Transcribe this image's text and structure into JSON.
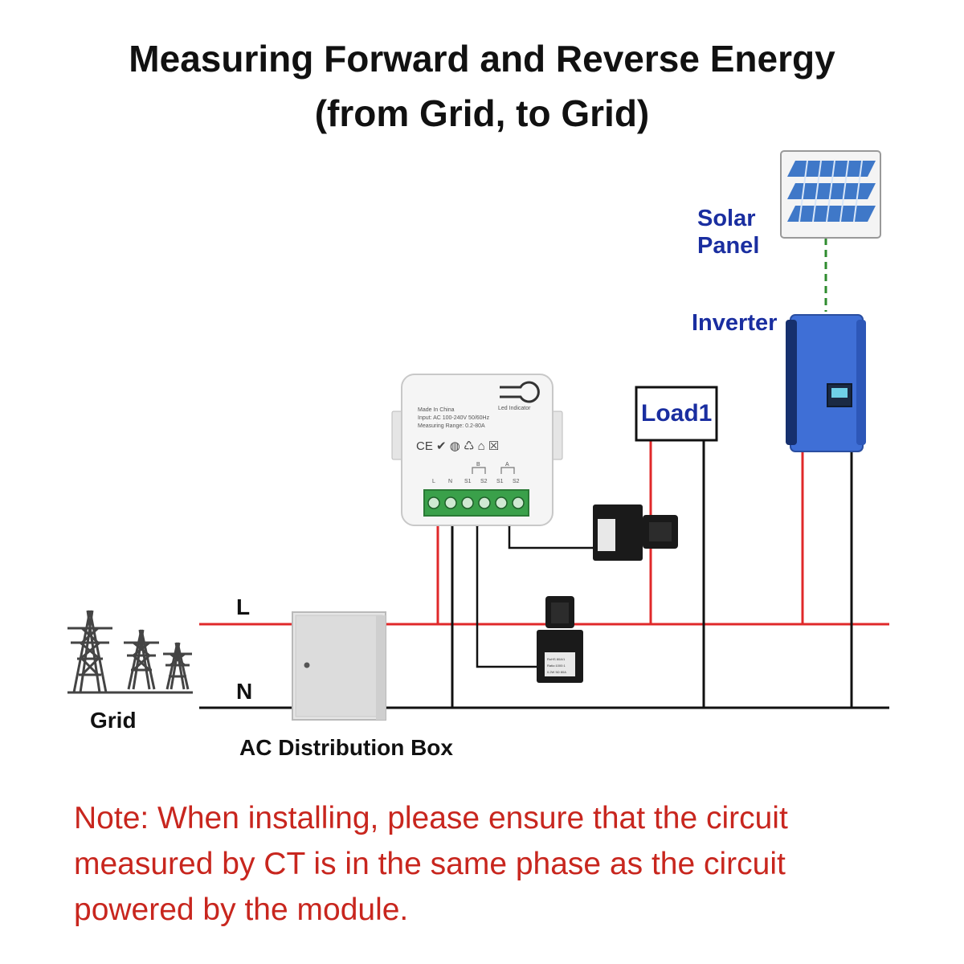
{
  "title": {
    "line1": "Measuring Forward and Reverse Energy",
    "line2": "(from Grid, to Grid)"
  },
  "labels": {
    "solar_panel_1": "Solar",
    "solar_panel_2": "Panel",
    "inverter": "Inverter",
    "load": "Load1",
    "line_l": "L",
    "line_n": "N",
    "grid": "Grid",
    "distribution_box": "AC Distribution Box"
  },
  "module": {
    "made_in": "Made In China",
    "led_indicator": "Led Indicator",
    "input": "Input: AC 100-240V 50/60Hz",
    "range": "Measuring Range: 0.2-80A",
    "marks": "CE ✔ ◍ ♺ ⌂ ☒",
    "channel_b": "B",
    "channel_a": "A",
    "terminals": [
      "L",
      "N",
      "S1",
      "S2",
      "S1",
      "S2"
    ]
  },
  "note": {
    "line1": "Note: When installing, please ensure that the circuit",
    "line2": "measured by CT is in the same phase as the circuit",
    "line3": "powered by the module."
  },
  "colors": {
    "live_wire": "#e0282a",
    "neutral_wire": "#111111",
    "label_blue": "#1a2ea0",
    "note_red": "#c8261e",
    "inverter_body": "#3f6fd6",
    "terminal_green": "#3aa04a"
  },
  "icons": [
    "transmission-tower-icon",
    "solar-panel-icon",
    "inverter-icon",
    "ct-clamp-icon",
    "distribution-box-icon",
    "energy-module-icon"
  ]
}
